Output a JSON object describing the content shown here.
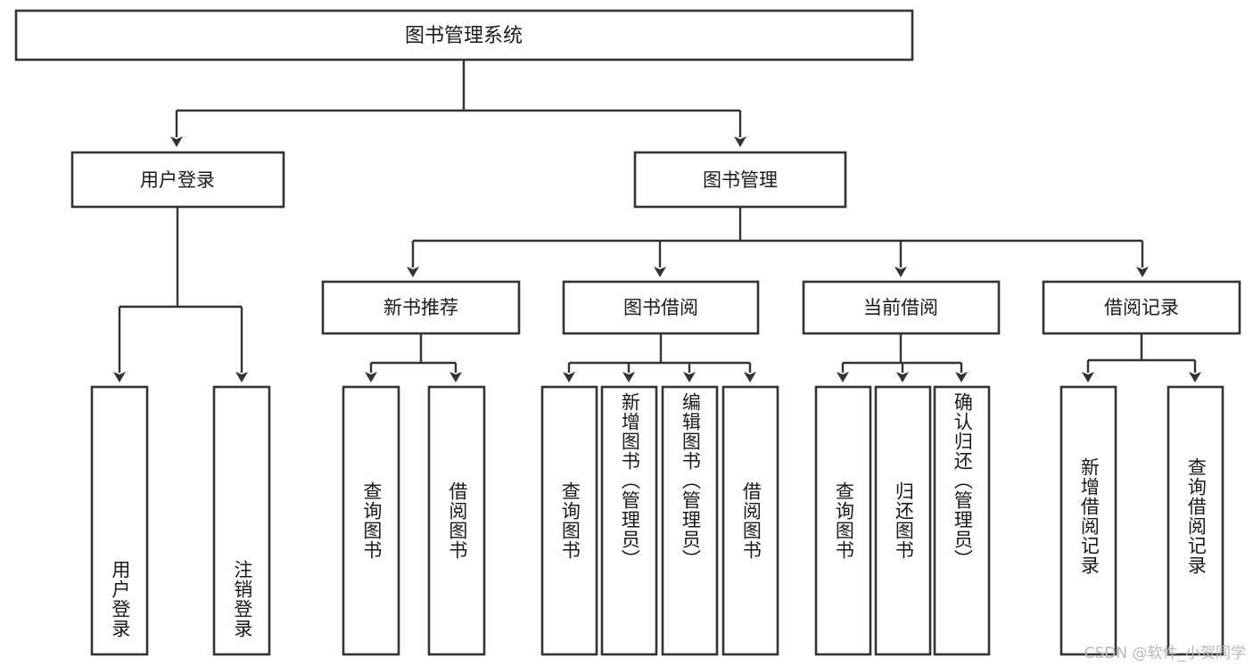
{
  "diagram": {
    "type": "tree-hierarchy",
    "title": "图书管理系统",
    "watermark": "CSDN @软件_小贺同学",
    "colors": {
      "box_stroke": "#333333",
      "box_fill": "#ffffff",
      "text": "#1a1a1a",
      "background": "#ffffff",
      "watermark": "#b8b8b8"
    },
    "root": {
      "label": "图书管理系统"
    },
    "level2": [
      {
        "label": "用户登录"
      },
      {
        "label": "图书管理"
      }
    ],
    "level3": [
      {
        "label": "新书推荐"
      },
      {
        "label": "图书借阅"
      },
      {
        "label": "当前借阅"
      },
      {
        "label": "借阅记录"
      }
    ],
    "leaves": {
      "user_login": [
        {
          "label": "用户登录"
        },
        {
          "label": "注销登录"
        }
      ],
      "new_book_recommend": [
        {
          "label": "查询图书"
        },
        {
          "label": "借阅图书"
        }
      ],
      "book_borrow": [
        {
          "label": "查询图书"
        },
        {
          "label": "新增图书（管理员）"
        },
        {
          "label": "编辑图书（管理员）"
        },
        {
          "label": "借阅图书"
        }
      ],
      "current_borrow": [
        {
          "label": "查询图书"
        },
        {
          "label": "归还图书"
        },
        {
          "label": "确认归还（管理员）"
        }
      ],
      "borrow_record": [
        {
          "label": "新增借阅记录"
        },
        {
          "label": "查询借阅记录"
        }
      ]
    }
  }
}
